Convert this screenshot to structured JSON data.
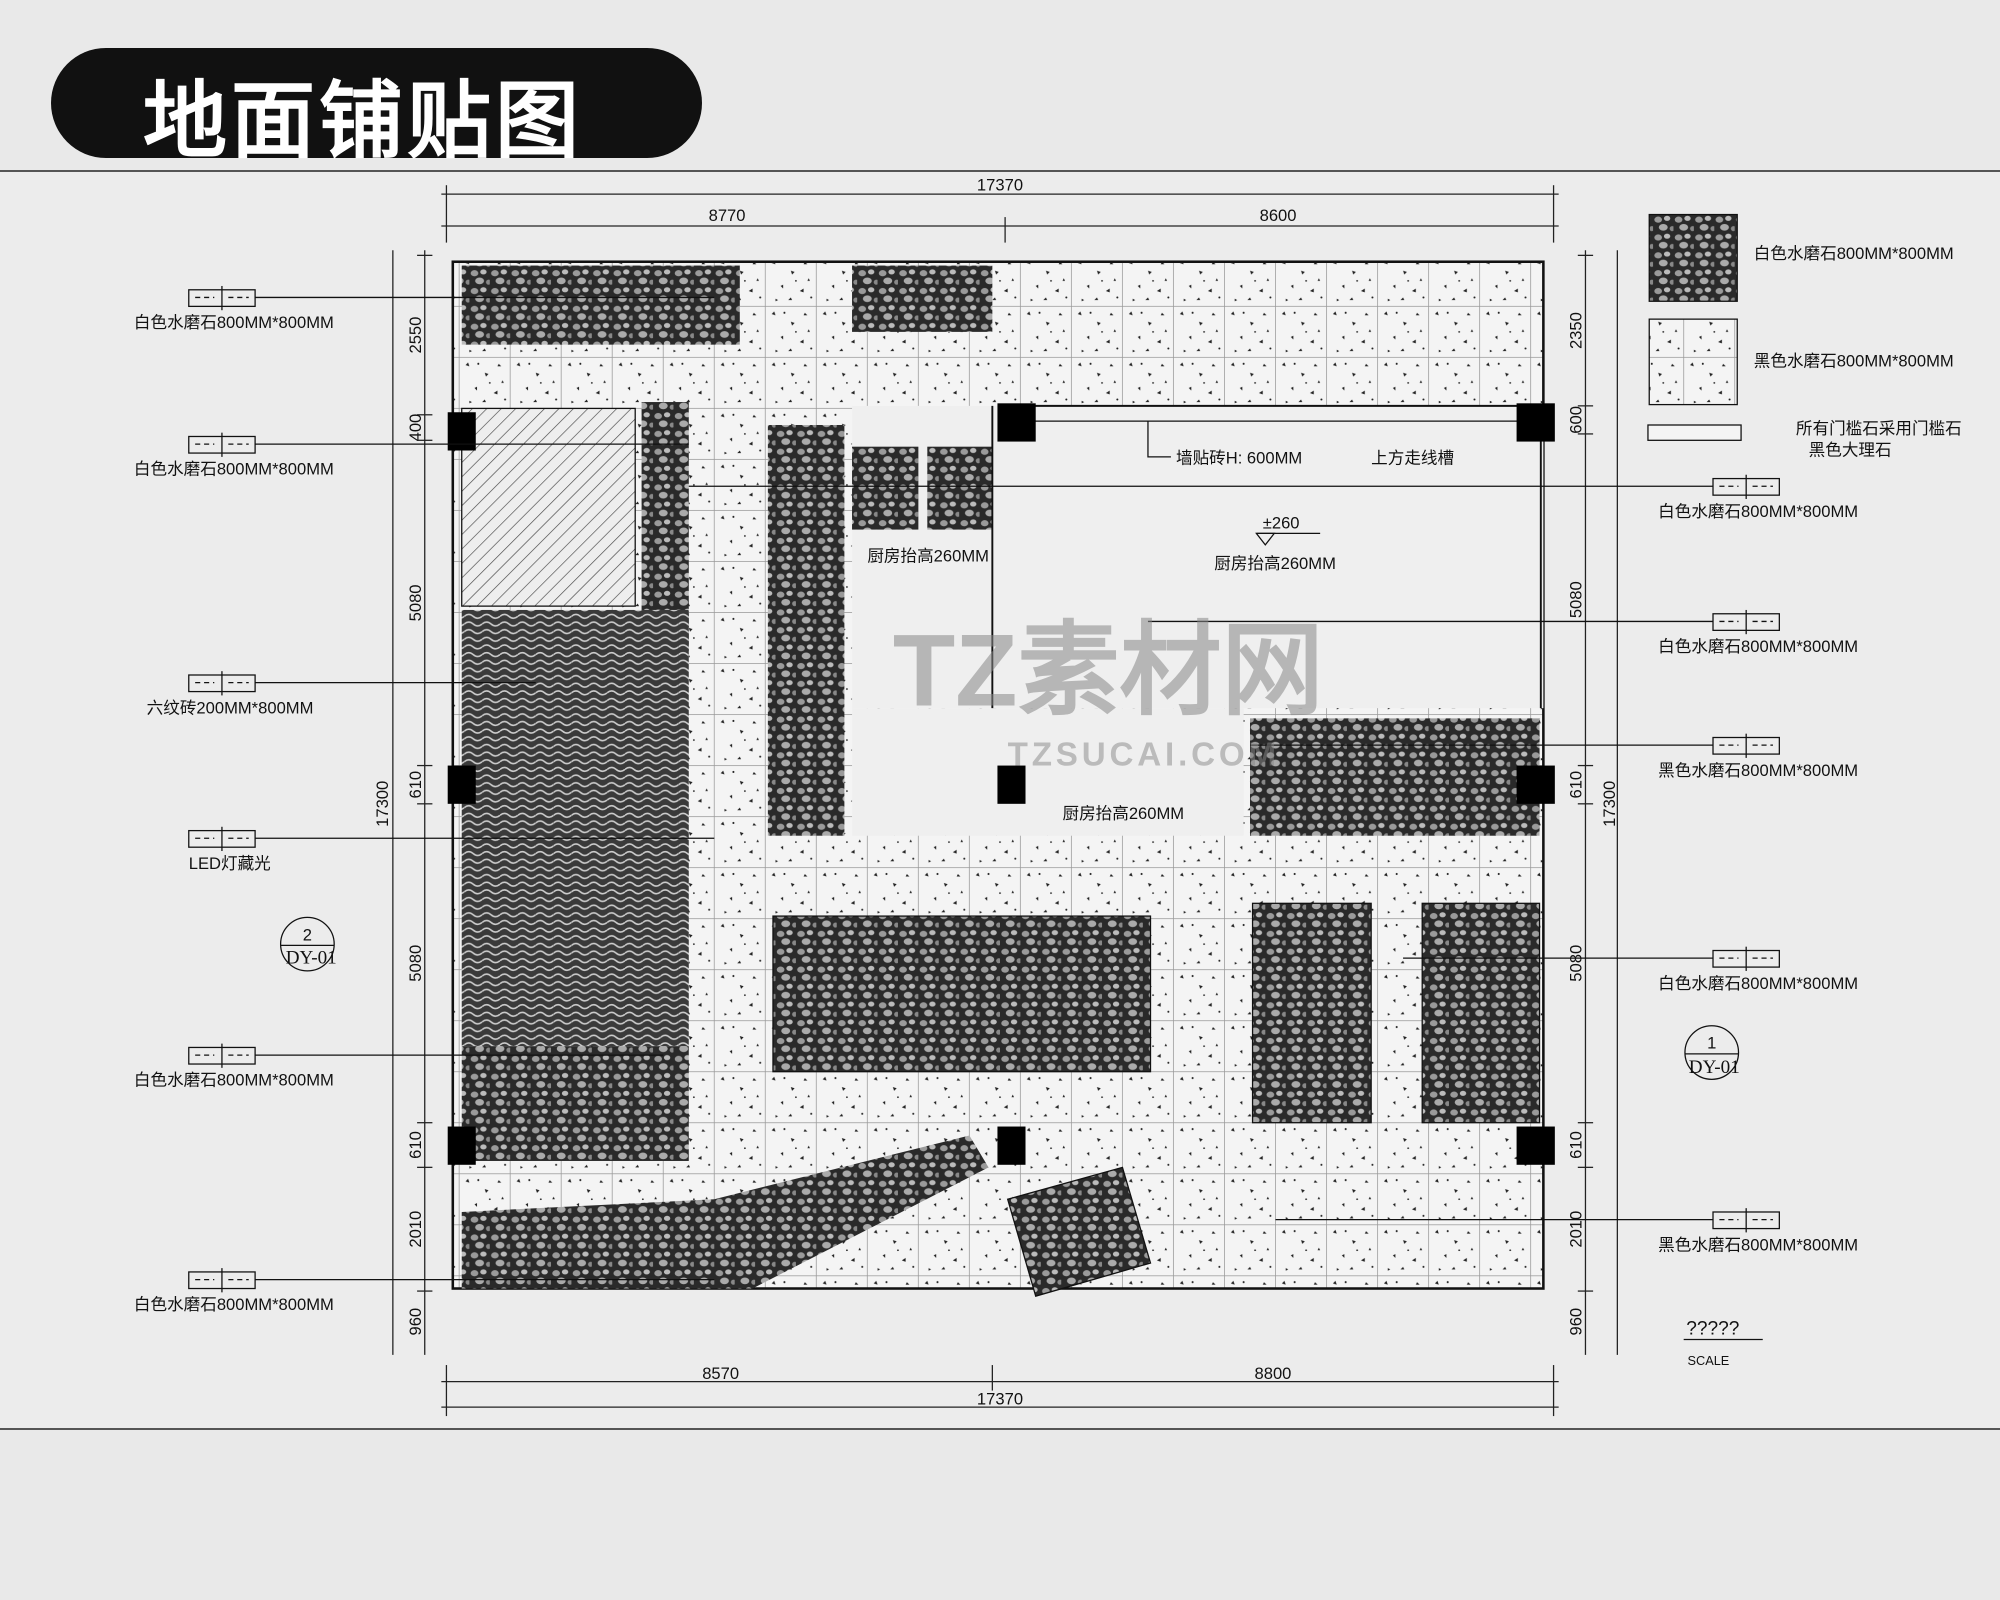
{
  "title": "地面铺贴图",
  "dimensions": {
    "top_total": "17370",
    "top_left": "8770",
    "top_right": "8600",
    "bottom_total": "17370",
    "bottom_left": "8570",
    "bottom_right": "8800",
    "left_total": "17300",
    "right_total": "17300",
    "left_segments": [
      "2550",
      "400",
      "5080",
      "610",
      "5080",
      "610",
      "2010",
      "960"
    ],
    "right_segments": [
      "2350",
      "600",
      "5080",
      "610",
      "5080",
      "610",
      "2010",
      "960"
    ]
  },
  "legend": [
    {
      "label": "白色水磨石800MM*800MM"
    },
    {
      "label": "黑色水磨石800MM*800MM"
    },
    {
      "label": "所有门槛石采用门槛石",
      "label2": "黑色大理石"
    }
  ],
  "callouts_left": [
    "白色水磨石800MM*800MM",
    "白色水磨石800MM*800MM",
    "六纹砖200MM*800MM",
    "LED灯藏光",
    "白色水磨石800MM*800MM",
    "白色水磨石800MM*800MM"
  ],
  "callouts_right": [
    "白色水磨石800MM*800MM",
    "白色水磨石800MM*800MM",
    "黑色水磨石800MM*800MM",
    "白色水磨石800MM*800MM",
    "黑色水磨石800MM*800MM"
  ],
  "annotations": {
    "wall_tile": "墙贴砖H: 600MM",
    "wiring": "上方走线槽",
    "level": "±260",
    "raised_1": "厨房抬高260MM",
    "raised_2": "厨房抬高260MM",
    "raised_3": "厨房抬高260MM"
  },
  "section_marks": [
    {
      "num": "2",
      "ref": "DY-01"
    },
    {
      "num": "1",
      "ref": "DY-01"
    }
  ],
  "scale": {
    "title": "?????",
    "label": "SCALE"
  },
  "watermark": {
    "main": "TZ素材网",
    "sub": "TZSUCAI.COM"
  }
}
